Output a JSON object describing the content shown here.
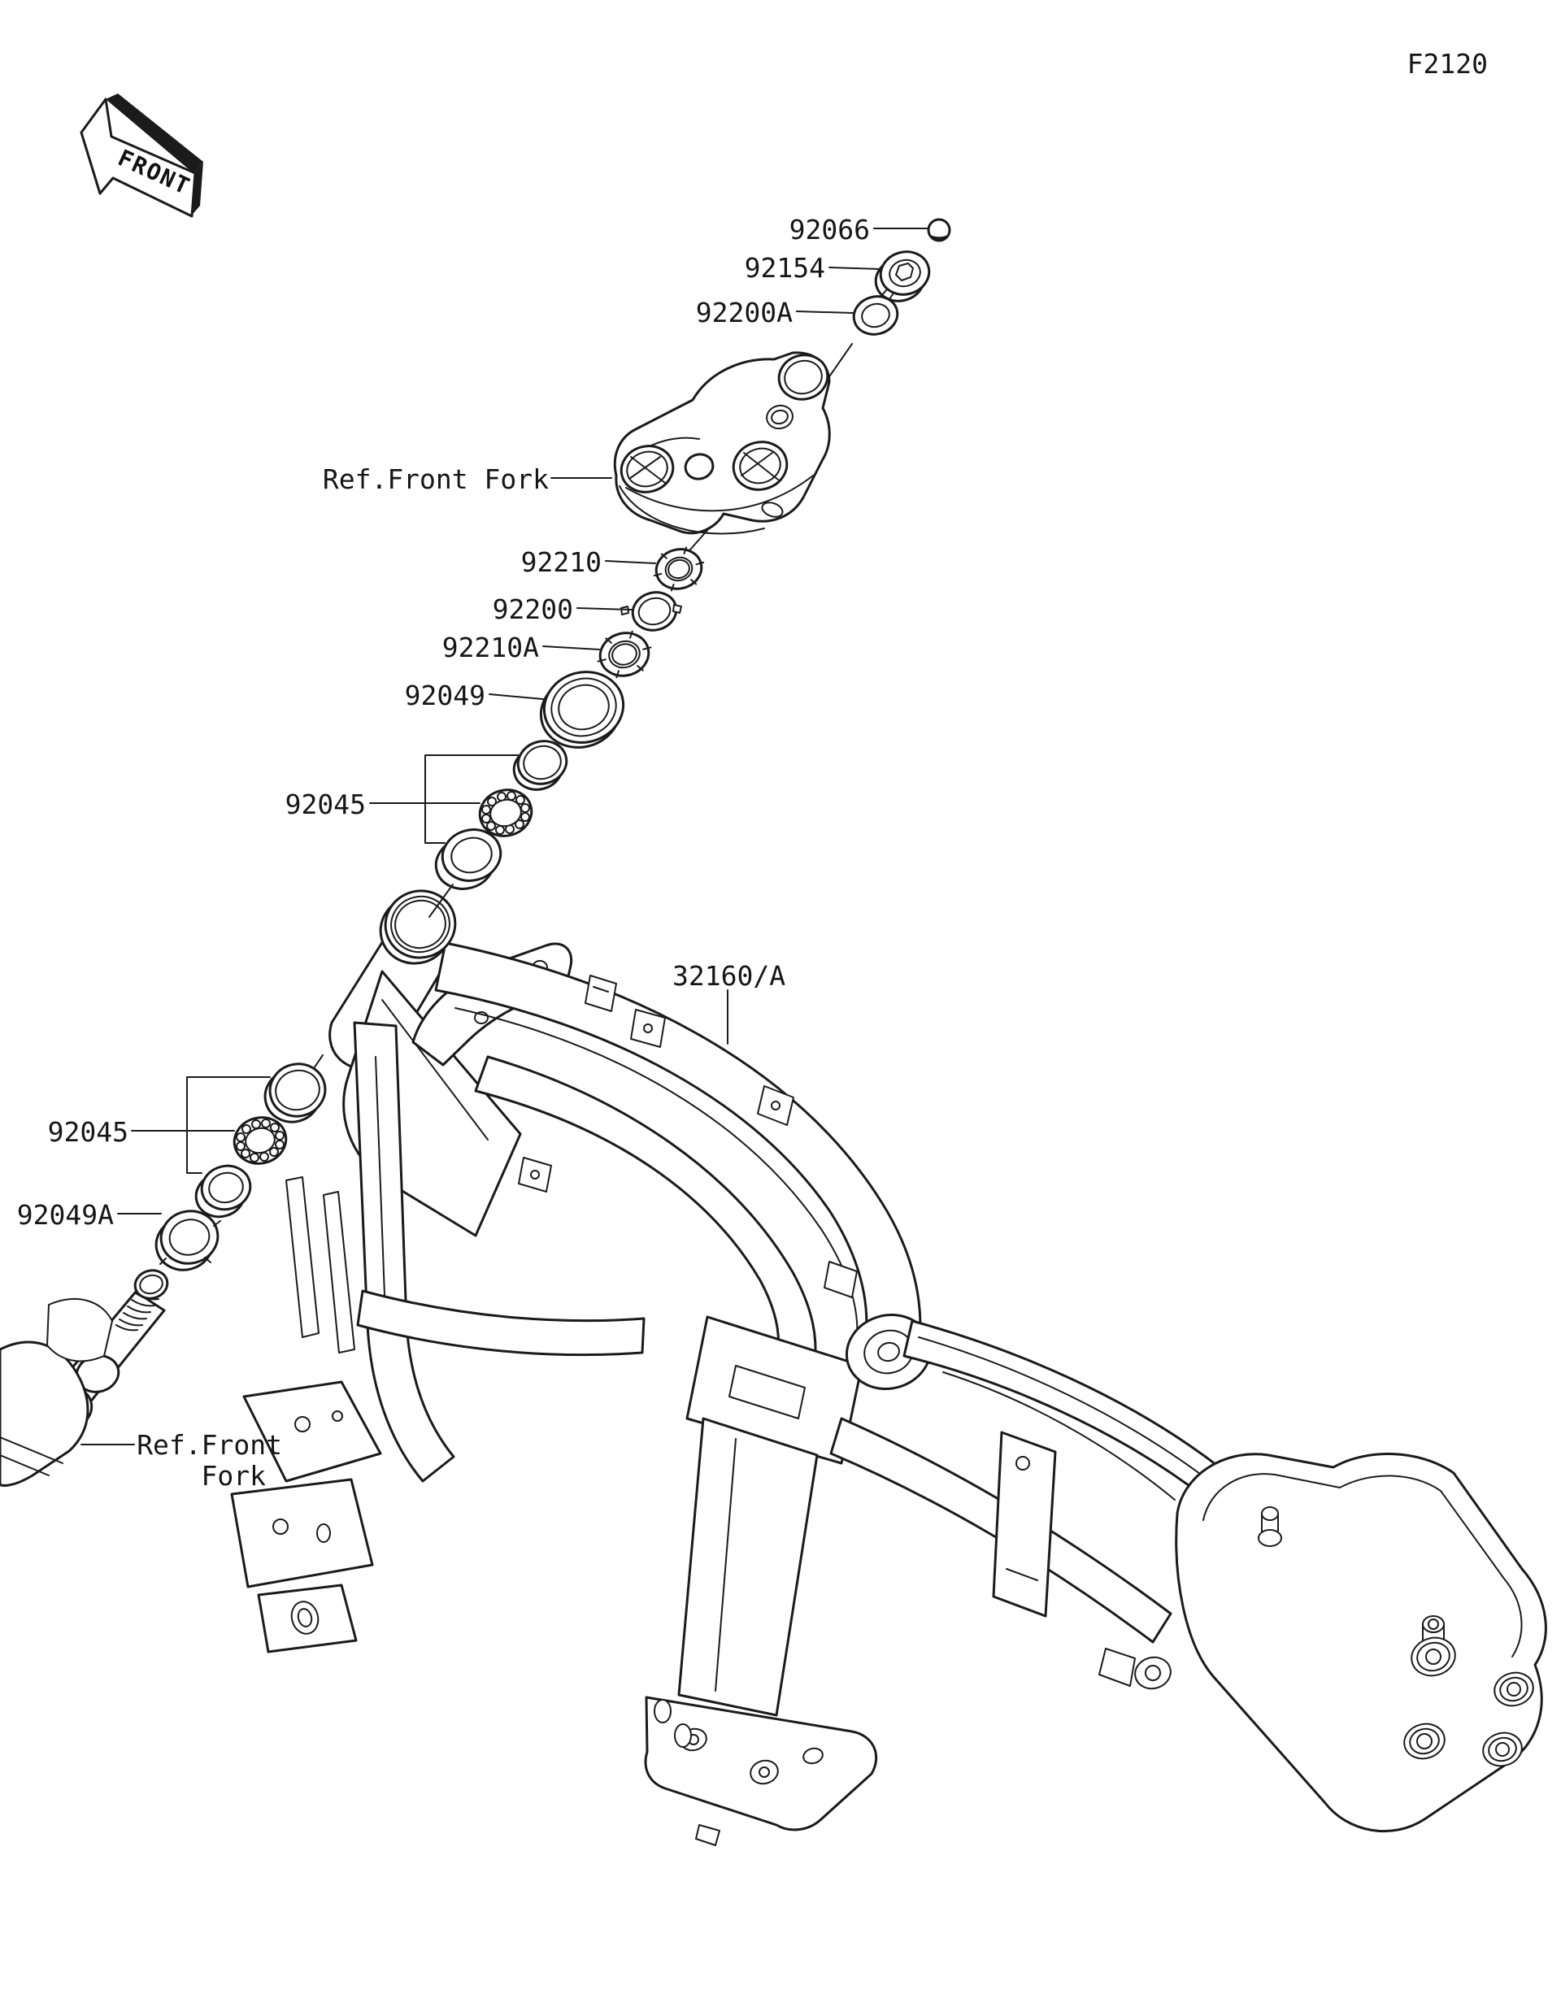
{
  "figure": {
    "code": "F2120",
    "background_color": "#ffffff",
    "line_color": "#1b1b1b"
  },
  "front_marker": {
    "label": "FRONT"
  },
  "callouts": {
    "cap": "92066",
    "bolt": "92154",
    "washer_upper": "92200A",
    "ref_front_fork_upper": "Ref.Front Fork",
    "stem_nut_upper": "92210",
    "claw_washer": "92200",
    "stem_nut_lower": "92210A",
    "seal_upper": "92049",
    "bearing_assy_upper": "92045",
    "frame_part": "32160/A",
    "bearing_assy_lower": "92045",
    "seal_lower": "92049A",
    "ref_front_fork_lower_line1": "Ref.Front",
    "ref_front_fork_lower_line2": "Fork"
  }
}
